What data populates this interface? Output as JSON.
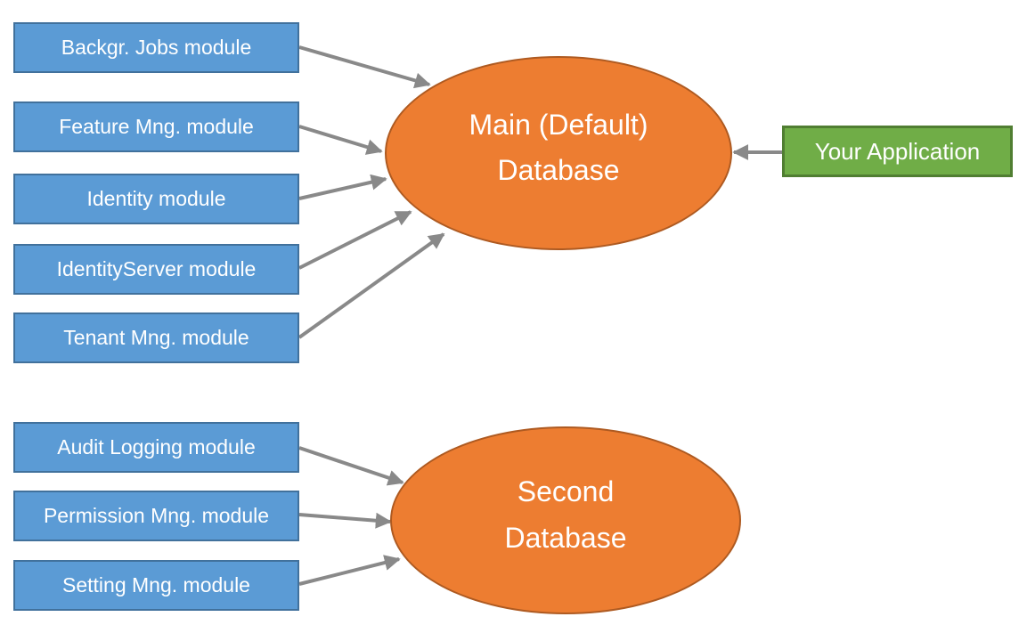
{
  "diagram": {
    "modules": [
      {
        "id": "backgr-jobs",
        "label": "Backgr. Jobs module",
        "connects_to": "main-db"
      },
      {
        "id": "feature-mng",
        "label": "Feature Mng. module",
        "connects_to": "main-db"
      },
      {
        "id": "identity",
        "label": "Identity module",
        "connects_to": "main-db"
      },
      {
        "id": "identityserver",
        "label": "IdentityServer module",
        "connects_to": "main-db"
      },
      {
        "id": "tenant-mng",
        "label": "Tenant Mng. module",
        "connects_to": "main-db"
      },
      {
        "id": "audit-logging",
        "label": "Audit Logging module",
        "connects_to": "second-db"
      },
      {
        "id": "permission-mng",
        "label": "Permission Mng. module",
        "connects_to": "second-db"
      },
      {
        "id": "setting-mng",
        "label": "Setting Mng. module",
        "connects_to": "second-db"
      }
    ],
    "databases": [
      {
        "id": "main-db",
        "line1": "Main (Default)",
        "line2": "Database"
      },
      {
        "id": "second-db",
        "line1": "Second",
        "line2": "Database"
      }
    ],
    "application": {
      "id": "your-application",
      "label": "Your Application",
      "connects_to": "main-db"
    },
    "edges": [
      {
        "from": "backgr-jobs",
        "to": "main-db"
      },
      {
        "from": "feature-mng",
        "to": "main-db"
      },
      {
        "from": "identity",
        "to": "main-db"
      },
      {
        "from": "identityserver",
        "to": "main-db"
      },
      {
        "from": "tenant-mng",
        "to": "main-db"
      },
      {
        "from": "audit-logging",
        "to": "second-db"
      },
      {
        "from": "permission-mng",
        "to": "second-db"
      },
      {
        "from": "setting-mng",
        "to": "second-db"
      },
      {
        "from": "your-application",
        "to": "main-db"
      }
    ],
    "colors": {
      "module_fill": "#5B9BD5",
      "module_border": "#41719C",
      "database_fill": "#ED7D31",
      "database_border": "#AE5A21",
      "application_fill": "#70AD47",
      "application_border": "#507E32",
      "arrow": "#898989",
      "text": "#FFFFFF"
    }
  }
}
